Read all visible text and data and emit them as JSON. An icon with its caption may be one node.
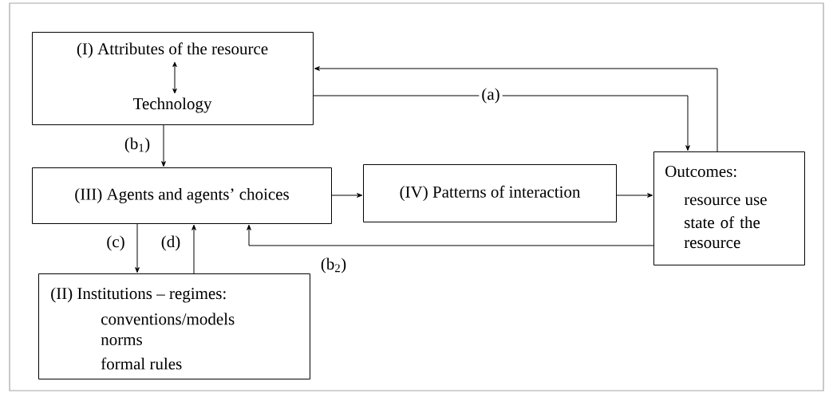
{
  "diagram": {
    "nodes": [
      {
        "text": [
          "(I) Attributes of the resource",
          "Technology"
        ]
      },
      {
        "text": [
          "(III) Agents and agents’ choices"
        ]
      },
      {
        "text": [
          "(IV) Patterns of interaction"
        ]
      },
      {
        "text": [
          "Outcomes:",
          "resource use",
          "state of the resource"
        ]
      },
      {
        "text": [
          "(II) Institutions – regimes:",
          "conventions/models",
          "norms",
          "formal rules"
        ]
      }
    ],
    "edges": [
      {
        "from": 0,
        "to": 3,
        "arrow": "to",
        "label": "(a)"
      },
      {
        "from": 3,
        "to": 0,
        "arrow": "to"
      },
      {
        "from": 0,
        "to": 1,
        "arrow": "to",
        "label": "(b$_{1}$)"
      },
      {
        "from": 1,
        "to": 2,
        "arrow": "to"
      },
      {
        "from": 2,
        "to": 3,
        "arrow": "to"
      },
      {
        "from": 3,
        "to": 1,
        "arrow": "to",
        "label": "(b$_{2}$)"
      },
      {
        "from": 1,
        "to": 4,
        "arrow": "to",
        "label": "(c)"
      },
      {
        "from": 4,
        "to": 1,
        "arrow": "to",
        "label": "(d)"
      }
    ]
  }
}
